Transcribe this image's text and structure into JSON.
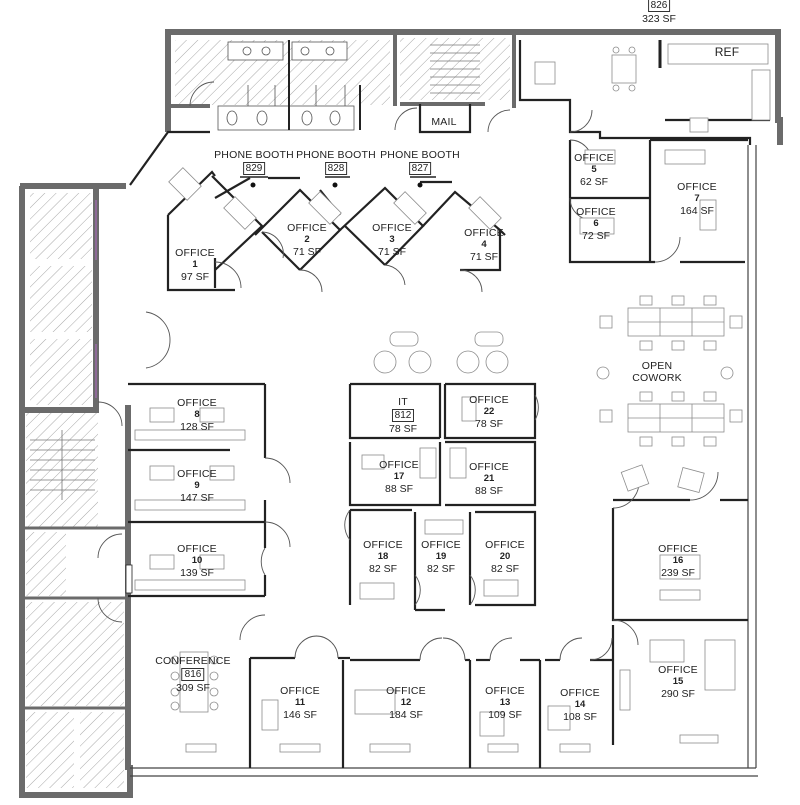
{
  "plan": {
    "colors": {
      "wall": "#6b6b6b",
      "line": "#222222",
      "hatch": "#9a9a9a",
      "furniture": "#8c8c8c",
      "bg": "#ffffff"
    },
    "rooms": [
      {
        "key": "top-suite",
        "name": "",
        "number": "826",
        "area": "323 SF",
        "boxed": true
      },
      {
        "key": "ref",
        "name": "REF",
        "number": "",
        "area": ""
      },
      {
        "key": "mail",
        "name": "MAIL",
        "number": "",
        "area": ""
      },
      {
        "key": "phone-booth-829",
        "name": "PHONE BOOTH",
        "number": "829",
        "area": "",
        "boxed": true
      },
      {
        "key": "phone-booth-828",
        "name": "PHONE BOOTH",
        "number": "828",
        "area": "",
        "boxed": true
      },
      {
        "key": "phone-booth-827",
        "name": "PHONE BOOTH",
        "number": "827",
        "area": "",
        "boxed": true
      },
      {
        "key": "office-1",
        "name": "OFFICE",
        "number": "1",
        "area": "97 SF"
      },
      {
        "key": "office-2",
        "name": "OFFICE",
        "number": "2",
        "area": "71 SF"
      },
      {
        "key": "office-3",
        "name": "OFFICE",
        "number": "3",
        "area": "71 SF"
      },
      {
        "key": "office-4",
        "name": "OFFICE",
        "number": "4",
        "area": "71 SF"
      },
      {
        "key": "office-5",
        "name": "OFFICE",
        "number": "5",
        "area": "62 SF"
      },
      {
        "key": "office-6",
        "name": "OFFICE",
        "number": "6",
        "area": "72 SF"
      },
      {
        "key": "office-7",
        "name": "OFFICE",
        "number": "7",
        "area": "164 SF"
      },
      {
        "key": "open-cowork",
        "name": "OPEN COWORK",
        "number": "",
        "area": ""
      },
      {
        "key": "office-8",
        "name": "OFFICE",
        "number": "8",
        "area": "128 SF"
      },
      {
        "key": "office-9",
        "name": "OFFICE",
        "number": "9",
        "area": "147 SF"
      },
      {
        "key": "office-10",
        "name": "OFFICE",
        "number": "10",
        "area": "139 SF"
      },
      {
        "key": "it",
        "name": "IT",
        "number": "812",
        "area": "78 SF",
        "boxed": true
      },
      {
        "key": "office-22",
        "name": "OFFICE",
        "number": "22",
        "area": "78 SF"
      },
      {
        "key": "office-17",
        "name": "OFFICE",
        "number": "17",
        "area": "88 SF"
      },
      {
        "key": "office-21",
        "name": "OFFICE",
        "number": "21",
        "area": "88 SF"
      },
      {
        "key": "office-18",
        "name": "OFFICE",
        "number": "18",
        "area": "82 SF"
      },
      {
        "key": "office-19",
        "name": "OFFICE",
        "number": "19",
        "area": "82 SF"
      },
      {
        "key": "office-20",
        "name": "OFFICE",
        "number": "20",
        "area": "82 SF"
      },
      {
        "key": "office-16",
        "name": "OFFICE",
        "number": "16",
        "area": "239 SF"
      },
      {
        "key": "conference",
        "name": "CONFERENCE",
        "number": "816",
        "area": "309 SF",
        "boxed": true
      },
      {
        "key": "office-11",
        "name": "OFFICE",
        "number": "11",
        "area": "146 SF"
      },
      {
        "key": "office-12",
        "name": "OFFICE",
        "number": "12",
        "area": "184 SF"
      },
      {
        "key": "office-13",
        "name": "OFFICE",
        "number": "13",
        "area": "109 SF"
      },
      {
        "key": "office-14",
        "name": "OFFICE",
        "number": "14",
        "area": "108 SF"
      },
      {
        "key": "office-15",
        "name": "OFFICE",
        "number": "15",
        "area": "290 SF"
      }
    ]
  }
}
